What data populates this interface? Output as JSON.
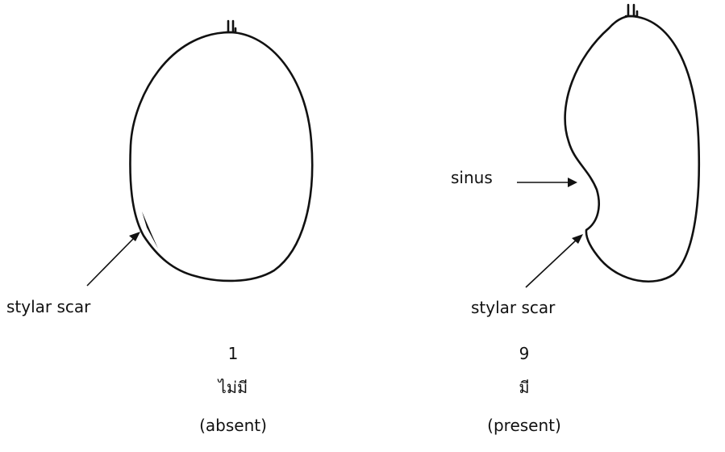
{
  "left_panel": {
    "annotation": "stylar scar",
    "code": "1",
    "thai_label": "ไม่มี",
    "english_label": "(absent)"
  },
  "right_panel": {
    "annotation_sinus": "sinus",
    "annotation_scar": "stylar scar",
    "code": "9",
    "thai_label": "มี",
    "english_label": "(present)"
  }
}
